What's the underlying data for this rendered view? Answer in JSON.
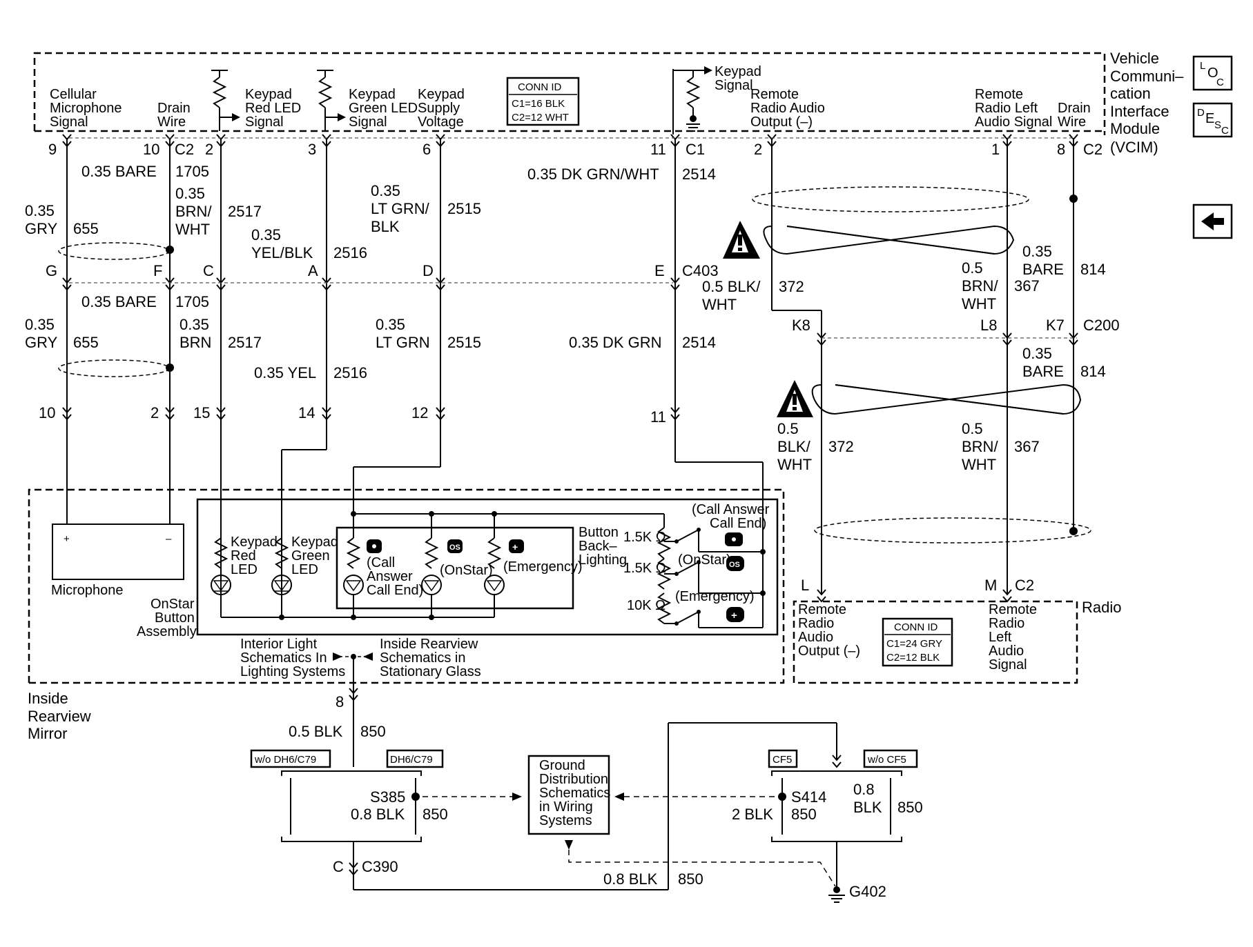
{
  "modules": {
    "vcim": {
      "title_lines": [
        "Vehicle",
        "Communi–",
        "cation",
        "Interface",
        "Module",
        "(VCIM)"
      ]
    },
    "radio": {
      "title": "Radio"
    },
    "mirror": {
      "title_lines": [
        "Inside",
        "Rearview",
        "Mirror"
      ]
    }
  },
  "buttons": {
    "loc": [
      "L",
      "O",
      "C"
    ],
    "desc": [
      "D",
      "E",
      "S",
      "C"
    ],
    "back_icon": "left-arrow-icon"
  },
  "connectors": {
    "vcim_conn_id": [
      "CONN ID",
      "C1=16 BLK",
      "C2=12 WHT"
    ],
    "radio_conn_id": [
      "CONN ID",
      "C1=24 GRY",
      "C2=12 BLK"
    ],
    "c2": "C2",
    "c1": "C1",
    "c403": "C403",
    "c200": "C200",
    "c390": "C390",
    "radio_c2": "C2",
    "vcim_c2": "C2"
  },
  "signal_labels": {
    "cell_mic": [
      "Cellular",
      "Microphone",
      "Signal"
    ],
    "drain_wire": [
      "Drain",
      "Wire"
    ],
    "keypad_red": [
      "Keypad",
      "Red LED",
      "Signal"
    ],
    "keypad_green": [
      "Keypad",
      "Green LED",
      "Signal"
    ],
    "keypad_supply": [
      "Keypad",
      "Supply",
      "Voltage"
    ],
    "keypad_signal": [
      "Keypad",
      "Signal"
    ],
    "remote_radio_audio": [
      "Remote",
      "Radio Audio",
      "Output (–)"
    ],
    "remote_radio_left": [
      "Remote",
      "Radio Left",
      "Audio Signal"
    ],
    "drain_wire2": [
      "Drain",
      "Wire"
    ],
    "radio_audio_out": [
      "Remote",
      "Radio",
      "Audio",
      "Output (–)"
    ],
    "radio_left_audio": [
      "Remote",
      "Radio",
      "Left",
      "Audio",
      "Signal"
    ]
  },
  "pins": {
    "vcim": [
      "9",
      "10",
      "2",
      "3",
      "6",
      "11",
      "2",
      "1",
      "8"
    ],
    "c403": [
      "G",
      "F",
      "C",
      "A",
      "D",
      "E"
    ],
    "mirror": [
      "10",
      "2",
      "15",
      "14",
      "12",
      "11"
    ],
    "c200": [
      "K8",
      "L8",
      "K7"
    ],
    "radio": [
      "L",
      "M"
    ],
    "mirror_ground": "8",
    "c390": "C"
  },
  "wires_upper": {
    "bare": "0.35 BARE",
    "bare_ckt": "1705",
    "gry": [
      "0.35",
      "GRY"
    ],
    "gry_ckt": "655",
    "brnwht": [
      "0.35",
      "BRN/",
      "WHT"
    ],
    "brnwht_ckt": "2517",
    "yelblk": [
      "0.35",
      "YEL/BLK"
    ],
    "yelblk_ckt": "2516",
    "ltgrnblk": [
      "0.35",
      "LT GRN/",
      "BLK"
    ],
    "ltgrnblk_ckt": "2515",
    "dkgrnwht": "0.35 DK GRN/WHT",
    "dkgrnwht_ckt": "2514",
    "blkwht": [
      "0.5 BLK/",
      "WHT"
    ],
    "blkwht_ckt": "372",
    "brnwht2": [
      "0.5",
      "BRN/",
      "WHT"
    ],
    "brnwht2_ckt": "367",
    "bare2": [
      "0.35",
      "BARE"
    ],
    "bare2_ckt": "814"
  },
  "wires_lower": {
    "bare": "0.35 BARE",
    "bare_ckt": "1705",
    "gry": [
      "0.35",
      "GRY"
    ],
    "gry_ckt": "655",
    "brn": [
      "0.35",
      "BRN"
    ],
    "brn_ckt": "2517",
    "yel": "0.35 YEL",
    "yel_ckt": "2516",
    "ltgrn": [
      "0.35",
      "LT GRN"
    ],
    "ltgrn_ckt": "2515",
    "dkgrn": "0.35 DK GRN",
    "dkgrn_ckt": "2514",
    "bare2": [
      "0.35",
      "BARE"
    ],
    "bare2_ckt": "814",
    "blkwht": [
      "0.5",
      "BLK/",
      "WHT"
    ],
    "blkwht_ckt": "372",
    "brnwht": [
      "0.5",
      "BRN/",
      "WHT"
    ],
    "brnwht_ckt": "367"
  },
  "mirror_internal": {
    "microphone": "Microphone",
    "onstar_assembly": [
      "OnStar",
      "Button",
      "Assembly"
    ],
    "keypad_red_led": [
      "Keypad",
      "Red",
      "LED"
    ],
    "keypad_green_led": [
      "Keypad",
      "Green",
      "LED"
    ],
    "call_answer": [
      "(Call",
      "Answer",
      "Call End)"
    ],
    "onstar": "(OnStar)",
    "emergency": "(Emergency)",
    "backlighting": [
      "Button",
      "Back–",
      "Lighting"
    ],
    "r1": "1.5K Ω",
    "r2": "1.5K Ω",
    "r3": "10K Ω",
    "sw_call": [
      "(Call Answer",
      "Call End)"
    ],
    "sw_onstar": "(OnStar)",
    "sw_emergency": "(Emergency)",
    "interior_light": [
      "Interior Light",
      "Schematics In",
      "Lighting Systems"
    ],
    "inside_rearview": [
      "Inside Rearview",
      "Schematics in",
      "Stationary Glass"
    ]
  },
  "ground": {
    "blk05": "0.5 BLK",
    "blk05_ckt": "850",
    "wo_dh6": "w/o DH6/C79",
    "dh6": "DH6/C79",
    "s385": "S385",
    "blk08": "0.8 BLK",
    "blk08_ckt": "850",
    "gnd_dist": [
      "Ground",
      "Distribution",
      "Schematics",
      "in Wiring",
      "Systems"
    ],
    "cf5": "CF5",
    "wo_cf5": "w/o CF5",
    "s414": "S414",
    "blk2": "2 BLK",
    "blk2_ckt": "850",
    "blk08b": [
      "0.8",
      "BLK"
    ],
    "blk08b_ckt": "850",
    "bottom_blk": "0.8 BLK",
    "bottom_ckt": "850",
    "g402": "G402"
  }
}
